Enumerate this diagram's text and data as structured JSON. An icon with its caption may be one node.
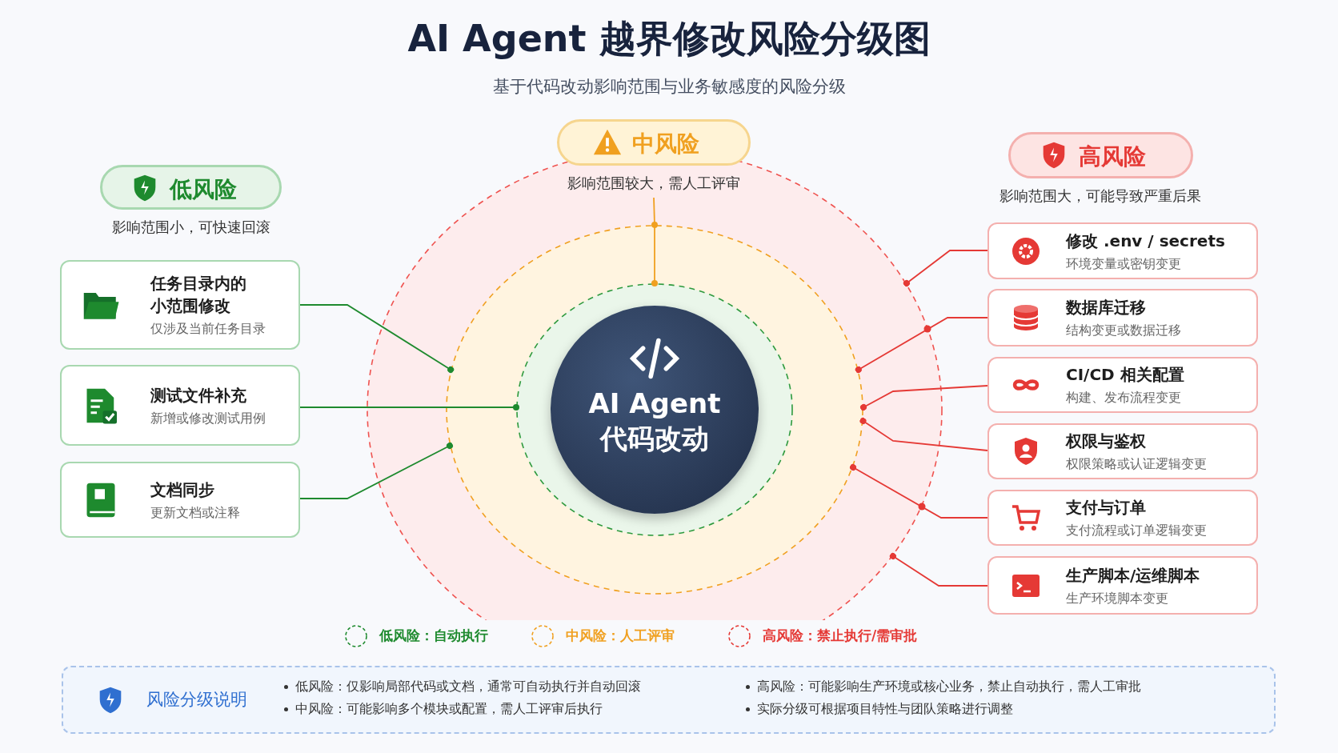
{
  "diagram": {
    "title": "AI Agent 越界修改风险分级图",
    "nodes": [
      {
        "text": [],
        "shape": "circle"
      },
      {
        "text": [],
        "shape": "circle",
        "in": 0
      },
      {
        "text": [],
        "shape": "circle",
        "in": 1
      },
      {
        "text": [
          "AI Agent 代码改动"
        ],
        "in": 2
      },
      {
        "text": [
          "低风险"
        ],
        "beside": [
          "影响范围小，可快速回滚"
        ]
      },
      {
        "text": [
          "中风险"
        ],
        "beside": [
          "影响范围较大，需人工评审"
        ]
      },
      {
        "text": [
          "高风险"
        ],
        "beside": [
          "影响范围大，可能导致严重后果"
        ]
      },
      {
        "text": [
          "任务目录内的小范围修改",
          "仅涉及当前任务目录"
        ]
      },
      {
        "text": [
          "测试文件补充",
          "新增或修改测试用例"
        ]
      },
      {
        "text": [
          "文档同步",
          "更新文档或注释"
        ]
      },
      {
        "text": [
          "修改 .env / secrets",
          "环境变量或密钥变更"
        ]
      },
      {
        "text": [
          "数据库迁移",
          "结构变更或数据迁移"
        ]
      },
      {
        "text": [
          "CI/CD 相关配置",
          "构建、发布流程变更"
        ]
      },
      {
        "text": [
          "权限与鉴权",
          "权限策略或认证逻辑变更"
        ]
      },
      {
        "text": [
          "支付与订单",
          "支付流程或订单逻辑变更"
        ]
      },
      {
        "text": [
          "生产脚本/运维脚本",
          "生产环境脚本变更"
        ]
      },
      {
        "text": [
          "风险分级说明",
          "低风险：仅影响局部代码或文档，通常可自动执行并自动回滚",
          "中风险：可能影响多个模块或配置，需人工评审后执行",
          "高风险：可能影响生产环境或核心业务，禁止自动执行，需人工审批",
          "实际分级可根据项目特性与团队策略进行调整"
        ]
      }
    ],
    "edges": [
      {
        "from": 7,
        "to": 1,
        "arrow": "other",
        "color": "#1e8a2e"
      },
      {
        "from": 8,
        "to": 2,
        "arrow": "other",
        "color": "#1e8a2e"
      },
      {
        "from": 9,
        "to": 1,
        "arrow": "other",
        "color": "#1e8a2e"
      },
      {
        "from": 5,
        "to": 1,
        "arrow": "other",
        "color": "#f0a020"
      },
      {
        "from": 1,
        "to": 2,
        "arrow": "other",
        "color": "#f0a020"
      },
      {
        "from": 10,
        "to": 0,
        "arrow": "other"
      },
      {
        "from": 11,
        "to": 1,
        "arrow": "other"
      },
      {
        "from": 12,
        "to": 1,
        "arrow": "other"
      },
      {
        "from": 13,
        "to": 1,
        "arrow": "other"
      },
      {
        "from": 14,
        "to": 1,
        "arrow": "other"
      },
      {
        "from": 15,
        "to": 0,
        "arrow": "other"
      }
    ],
    "labels": [
      "基于代码改动影响范围与业务敏感度的风险分级"
    ],
    "legend": [
      {
        "text": "低风险：自动执行"
      },
      {
        "text": "中风险：人工评审"
      },
      {
        "text": "高风险：禁止执行/需审批"
      }
    ]
  }
}
